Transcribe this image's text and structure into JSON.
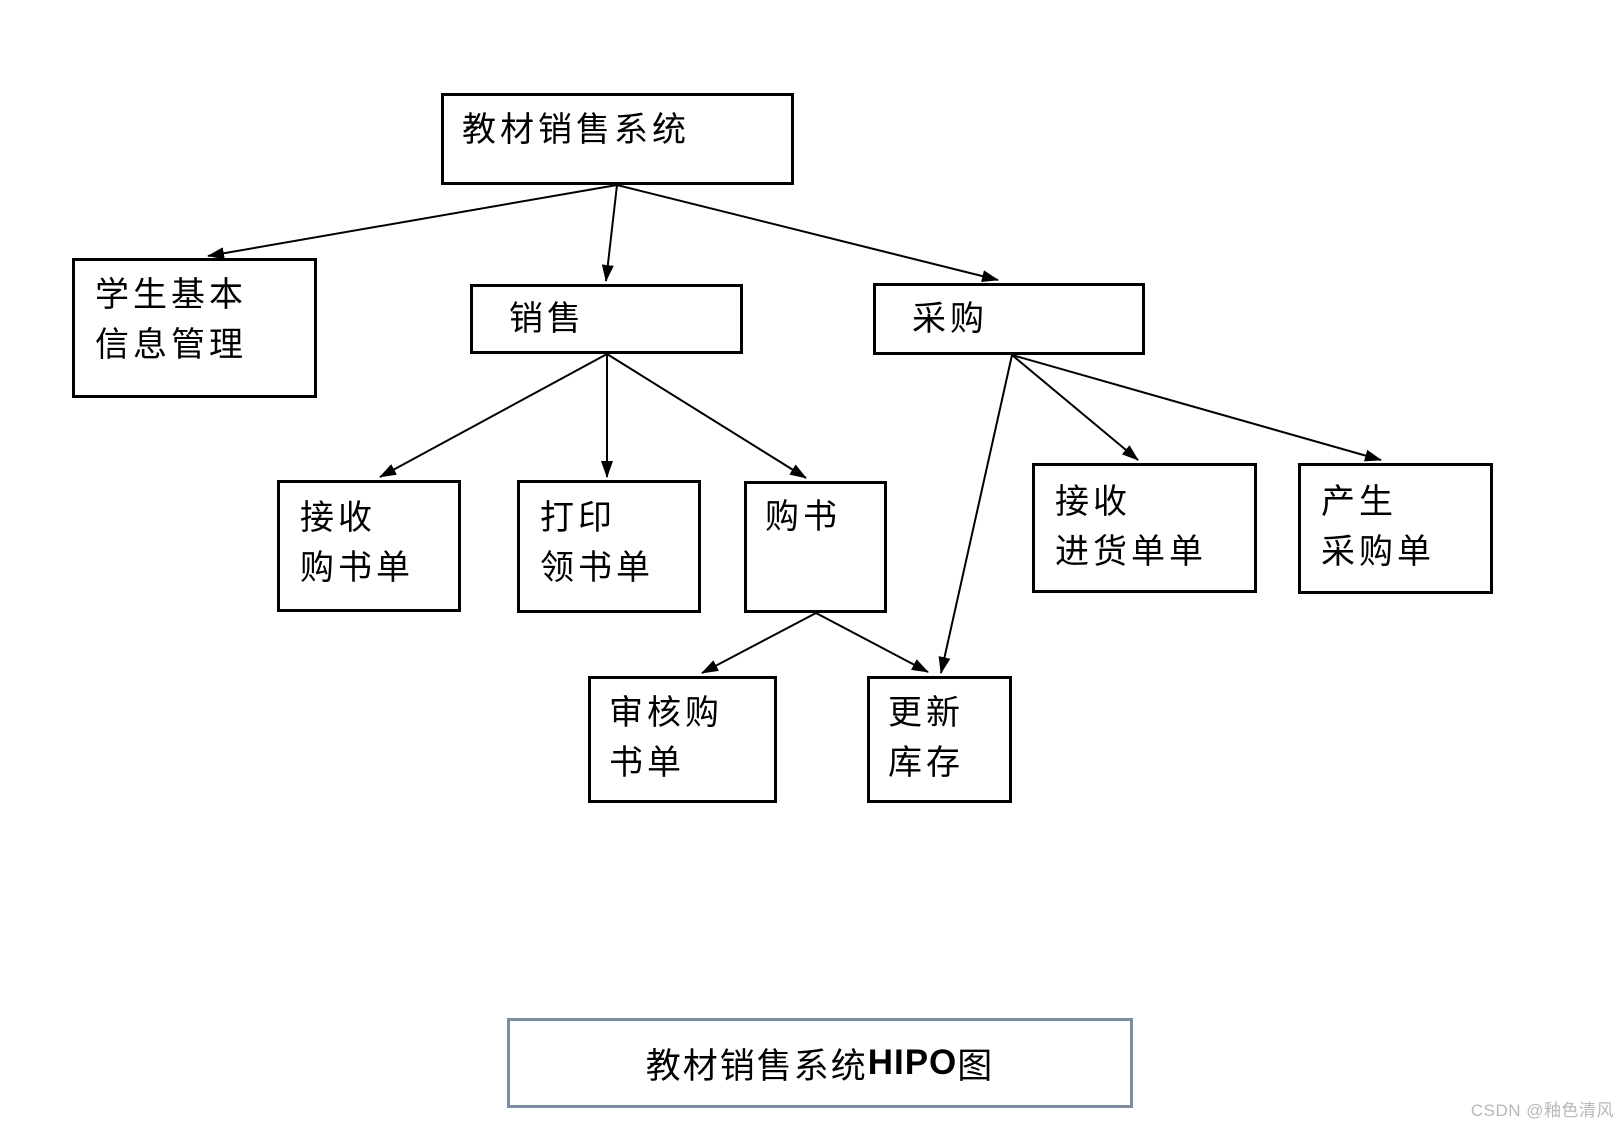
{
  "diagram": {
    "kind": "HIPO hierarchy chart",
    "nodes": {
      "root": {
        "line1": "教材销售系统"
      },
      "student_info": {
        "line1": "学生基本",
        "line2": "信息管理"
      },
      "sales": {
        "line1": "销售"
      },
      "purchase": {
        "line1": "采购"
      },
      "receive_book_order": {
        "line1": "接收",
        "line2": "购书单"
      },
      "print_pickup_slip": {
        "line1": "打印",
        "line2": "领书单"
      },
      "buy_books": {
        "line1": "购书"
      },
      "review_book_order": {
        "line1": "审核购",
        "line2": "书单"
      },
      "update_inventory": {
        "line1": "更新",
        "line2": "库存"
      },
      "receive_incoming_order": {
        "line1": "接收",
        "line2": "进货单单"
      },
      "generate_purchase_order": {
        "line1": "产生",
        "line2": "采购单"
      }
    },
    "edges": [
      "root→student_info",
      "root→sales",
      "root→purchase",
      "sales→receive_book_order",
      "sales→print_pickup_slip",
      "sales→buy_books",
      "purchase→update_inventory",
      "purchase→receive_incoming_order",
      "purchase→generate_purchase_order",
      "buy_books→review_book_order",
      "buy_books→update_inventory"
    ],
    "caption": {
      "prefix": "教材销售系统",
      "bold": "HIPO",
      "suffix": "图"
    },
    "watermark": "CSDN @釉色清风",
    "colors": {
      "box_border": "#000000",
      "caption_border": "#7d8e9e",
      "watermark_text": "#b5b9bc",
      "background": "#ffffff"
    }
  }
}
